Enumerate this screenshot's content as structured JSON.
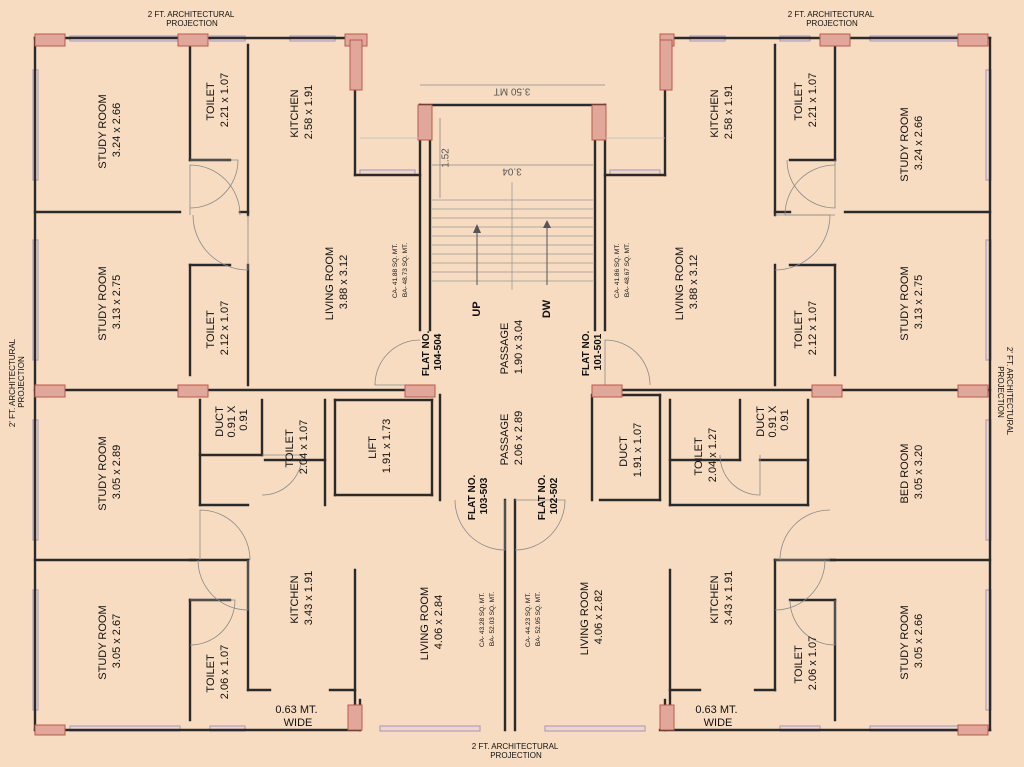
{
  "projections": {
    "top_left": [
      "2 FT. ARCHITECTURAL",
      "PROJECTION"
    ],
    "top_right": [
      "2 FT. ARCHITECTURAL",
      "PROJECTION"
    ],
    "bottom": [
      "2 FT. ARCHITECTURAL",
      "PROJECTION"
    ],
    "left": [
      "2' FT. ARCHITECTURAL",
      "PROJECTION"
    ],
    "right": [
      "2' FT. ARCHITECTURAL",
      "PROJECTION"
    ]
  },
  "rooms": {
    "study_tl": [
      "STUDY ROOM",
      "3.24 x 2.66"
    ],
    "toilet_tl": [
      "TOILET",
      "2.21 x 1.07"
    ],
    "kitchen_tl": [
      "KITCHEN",
      "2.58 x 1.91"
    ],
    "study_ml": [
      "STUDY ROOM",
      "3.13 x 2.75"
    ],
    "toilet_ml": [
      "TOILET",
      "2.12 x 1.07"
    ],
    "living_tl": [
      "LIVING ROOM",
      "3.88 x 3.12"
    ],
    "study_ll": [
      "STUDY ROOM",
      "3.05 x 2.89"
    ],
    "duct_l": [
      "DUCT",
      "0.91 X",
      "0.91"
    ],
    "toilet_ll": [
      "TOILET",
      "2.04 x 1.07"
    ],
    "lift": [
      "LIFT",
      "1.91 x 1.73"
    ],
    "study_bl": [
      "STUDY ROOM",
      "3.05 x 2.67"
    ],
    "toilet_bl": [
      "TOILET",
      "2.06 x 1.07"
    ],
    "kitchen_bl": [
      "KITCHEN",
      "3.43 x 1.91"
    ],
    "living_bl": [
      "LIVING ROOM",
      "4.06 x 2.84"
    ],
    "kitchen_tr": [
      "KITCHEN",
      "2.58 x 1.91"
    ],
    "toilet_tr": [
      "TOILET",
      "2.21 x 1.07"
    ],
    "study_tr": [
      "STUDY ROOM",
      "3.24 x 2.66"
    ],
    "living_tr": [
      "LIVING ROOM",
      "3.88 x 3.12"
    ],
    "toilet_mr": [
      "TOILET",
      "2.12 x 1.07"
    ],
    "study_mr": [
      "STUDY ROOM",
      "3.13 x 2.75"
    ],
    "duct_c": [
      "DUCT",
      "1.91 x 1.07"
    ],
    "toilet_lr": [
      "TOILET",
      "2.04 x 1.27"
    ],
    "duct_r": [
      "DUCT",
      "0.91 X",
      "0.91"
    ],
    "bed_r": [
      "BED ROOM",
      "3.05 x 3.20"
    ],
    "living_br": [
      "LIVING ROOM",
      "4.06 x 2.82"
    ],
    "kitchen_br": [
      "KITCHEN",
      "3.43 x 1.91"
    ],
    "toilet_br": [
      "TOILET",
      "2.06 x 1.07"
    ],
    "study_br": [
      "STUDY ROOM",
      "3.05 x 2.66"
    ],
    "passage_upper": [
      "PASSAGE",
      "1.90 x 3.04"
    ],
    "passage_lower": [
      "PASSAGE",
      "2.06 x 2.89"
    ]
  },
  "flats": {
    "f104": [
      "FLAT NO.",
      "104-504"
    ],
    "f101": [
      "FLAT NO.",
      "101-501"
    ],
    "f103": [
      "FLAT NO.",
      "103-503"
    ],
    "f102": [
      "FLAT NO.",
      "102-502"
    ]
  },
  "areas": {
    "f104": [
      "CA- 41.88 SQ. MT.",
      "BA- 48.73 SQ. MT."
    ],
    "f101": [
      "CA- 41.86 SQ. MT.",
      "BA- 48.67 SQ. MT."
    ],
    "f103": [
      "CA- 43.28 SQ. MT.",
      "BA- 52.03 SQ. MT."
    ],
    "f102": [
      "CA- 44.23 SQ. MT.",
      "BA- 52.95 SQ. MT."
    ]
  },
  "stair": {
    "up": "UP",
    "down": "DW",
    "width_label": "3.50 MT",
    "inner_label": "3.04",
    "height_label": "1.52"
  },
  "openings": {
    "left": [
      "0.63 MT.",
      "WIDE"
    ],
    "right": [
      "0.63 MT.",
      "WIDE"
    ]
  },
  "colors": {
    "background": "#f7dcc1",
    "wall": "#2a2a2a",
    "column": "#e2a79b",
    "column_stroke": "#b85a4e",
    "window": "#b2a0bd",
    "dimension": "#888888"
  }
}
